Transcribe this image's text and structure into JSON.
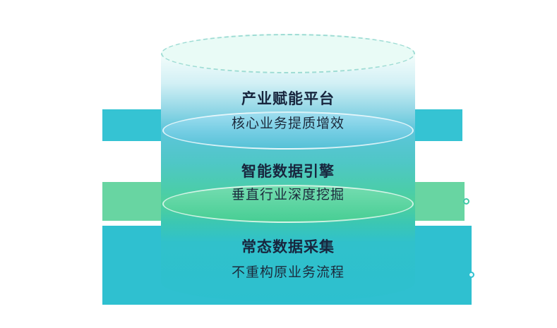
{
  "diagram": {
    "type": "layered-cylinder",
    "layers": [
      {
        "title": "产业赋能平台",
        "subtitle": "核心业务提质增效",
        "band_color": "#35C3D3"
      },
      {
        "title": "智能数据引擎",
        "subtitle": "垂直行业深度挖掘",
        "band_color": "#68D5A2"
      },
      {
        "title": "常态数据采集",
        "subtitle": "不重构原业务流程",
        "band_color": "#2FC0D0"
      }
    ],
    "colors": {
      "teal": "#2FC0D0",
      "green": "#68D5A2",
      "cylinder_top_fill": "#E9FBF6",
      "cylinder_top_dash": "#9EDCD4",
      "divider_green": "#47CE94",
      "text": "#18263E",
      "background": "#FFFFFF"
    }
  }
}
